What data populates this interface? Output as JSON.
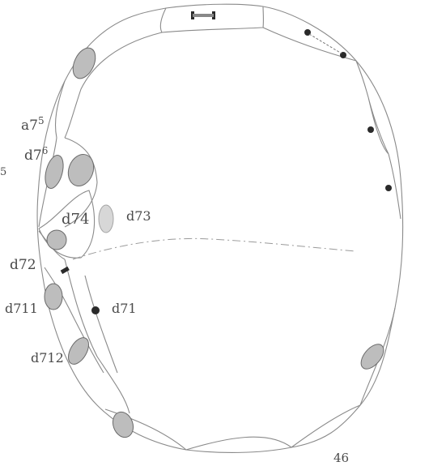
{
  "figure_number": "46",
  "labels": {
    "a75": "a7",
    "a75_sup": "5",
    "d76": "d7",
    "d76_sup": "6",
    "edge5": "5",
    "d74": "d74",
    "d73": "d73",
    "d72": "d72",
    "d711": "d711",
    "d71": "d71",
    "d712": "d712"
  },
  "colors": {
    "outline": "#8a8a8a",
    "nucleus_fill": "#bdbdbd",
    "chromatin": "#2a2a2a",
    "label_text": "#4a4a4a"
  }
}
